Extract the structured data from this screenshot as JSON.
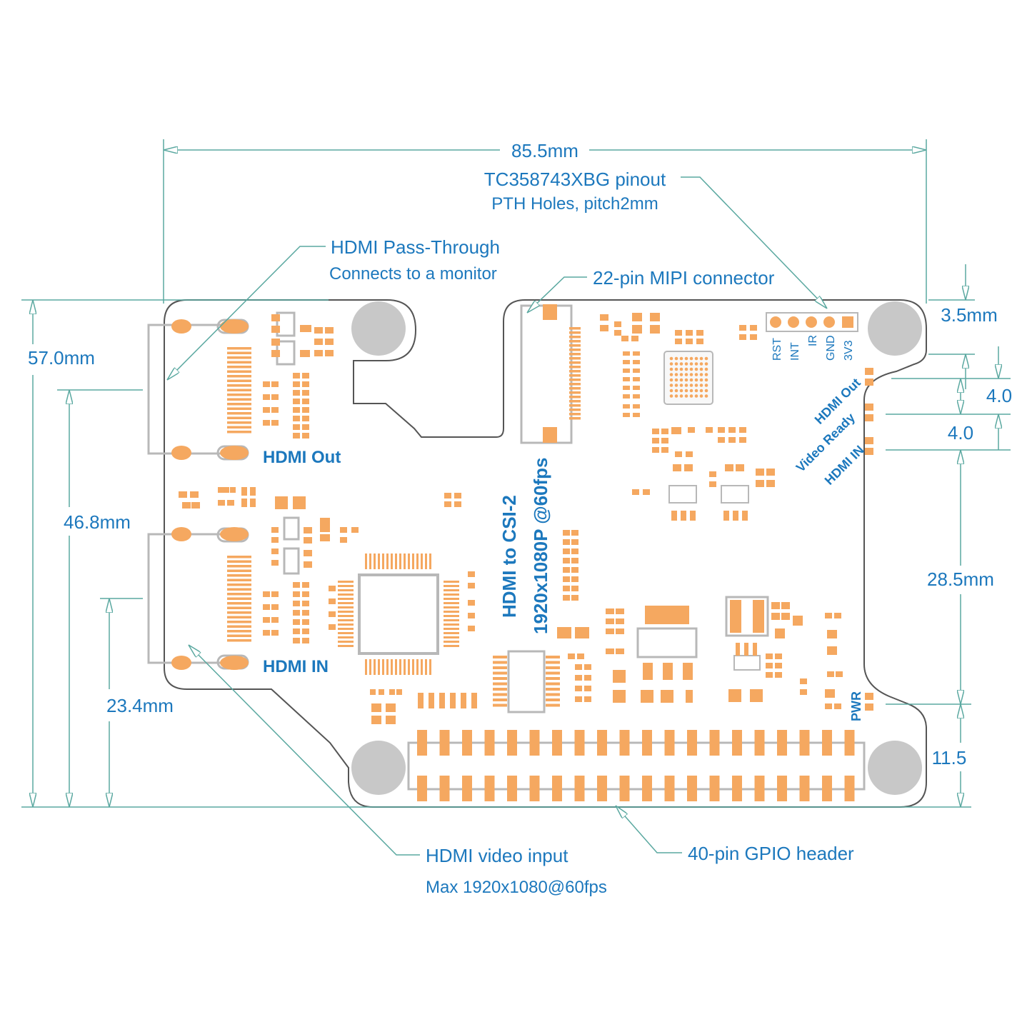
{
  "dimensions": {
    "width": "85.5mm",
    "height": "57.0mm",
    "hdmi_out_offset": "46.8mm",
    "hdmi_in_offset": "23.4mm",
    "hole_offset_top": "3.5mm",
    "led_spacing_1": "4.0",
    "led_spacing_2": "4.0",
    "hdmi_in_led_to_pwr": "28.5mm",
    "pwr_to_bottom": "11.5"
  },
  "callouts": {
    "tc_pinout_title": "TC358743XBG pinout",
    "tc_pinout_sub": "PTH Holes, pitch2mm",
    "hdmi_passthrough_title": "HDMI Pass-Through",
    "hdmi_passthrough_sub": "Connects to a monitor",
    "mipi_connector": "22-pin MIPI connector",
    "hdmi_video_input_title": "HDMI video input",
    "hdmi_video_input_sub": "Max 1920x1080@60fps",
    "gpio_header": "40-pin GPIO header"
  },
  "silkscreen": {
    "hdmi_out": "HDMI Out",
    "hdmi_in": "HDMI IN",
    "board_title_1": "HDMI to CSI-2",
    "board_title_2": "1920x1080P @60fps",
    "led_hdmi_out": "HDMI Out",
    "led_video_ready": "Video Ready",
    "led_hdmi_in": "HDMI IN",
    "led_pwr": "PWR"
  },
  "pinout_labels": [
    "RST",
    "INT",
    "IR",
    "GND",
    "3V3"
  ],
  "colors": {
    "text": "#1c78bd",
    "pads": "#f5a860",
    "leader": "#5aa8a0",
    "outline": "#555555",
    "holes": "#c8c8c8"
  }
}
